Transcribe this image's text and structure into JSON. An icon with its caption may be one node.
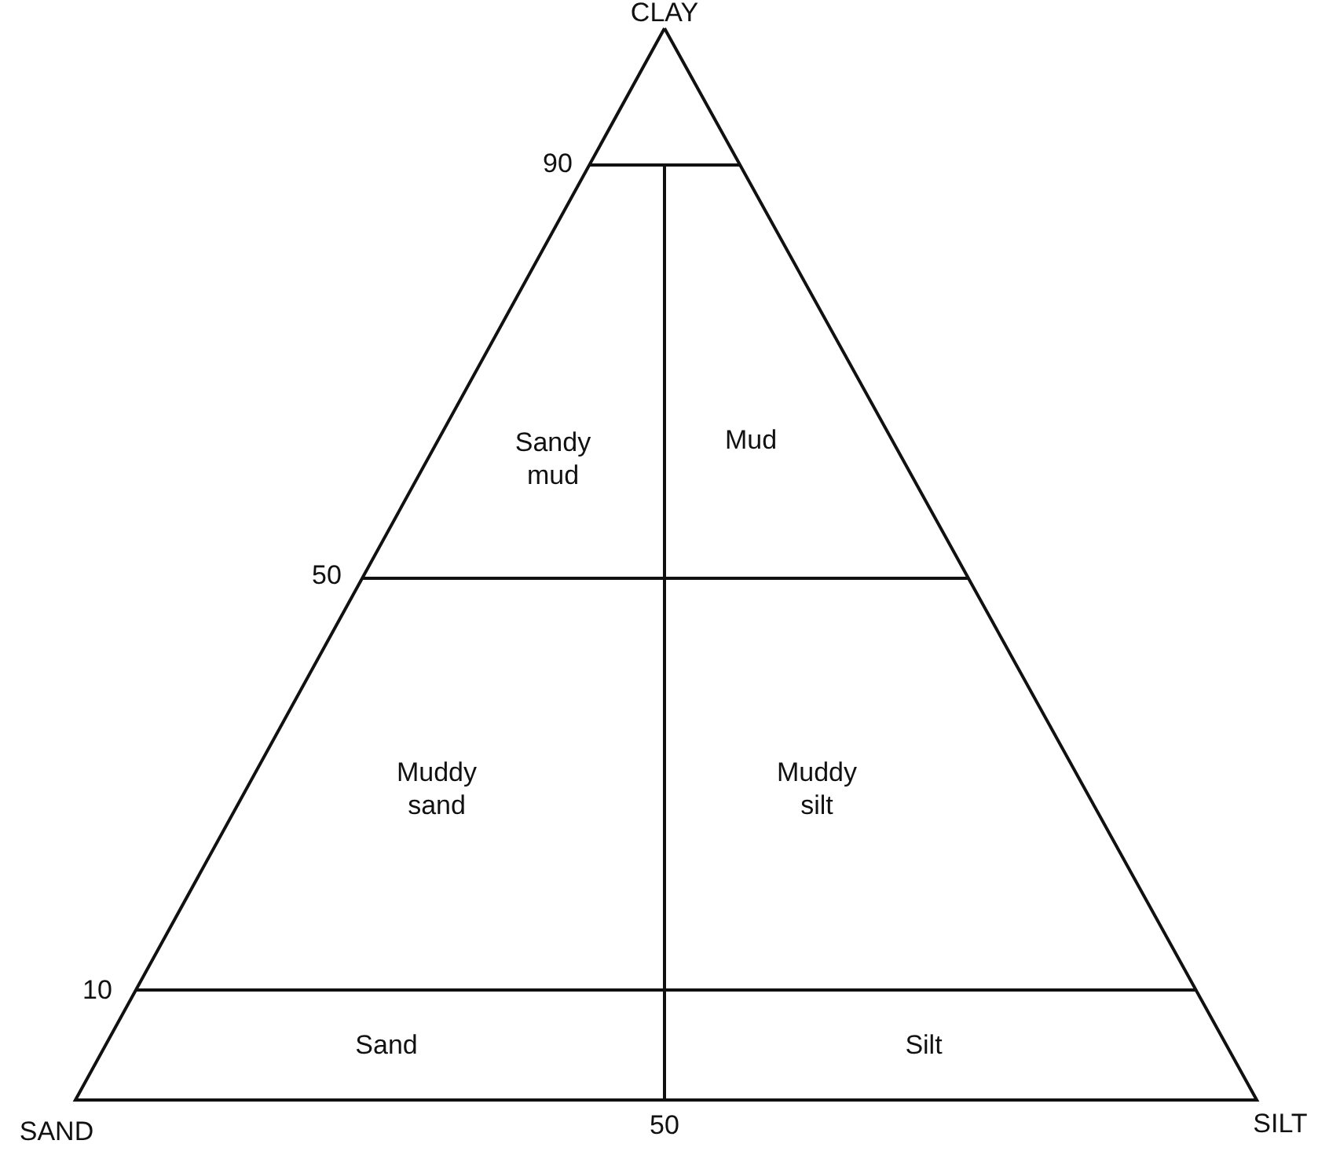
{
  "diagram": {
    "labels": [
      "CLAY",
      "90",
      "Sandy mud",
      "Mud",
      "50",
      "Muddy sand",
      "Muddy silt",
      "10",
      "Sand",
      "Silt",
      "SAND",
      "50",
      "SILT"
    ]
  }
}
